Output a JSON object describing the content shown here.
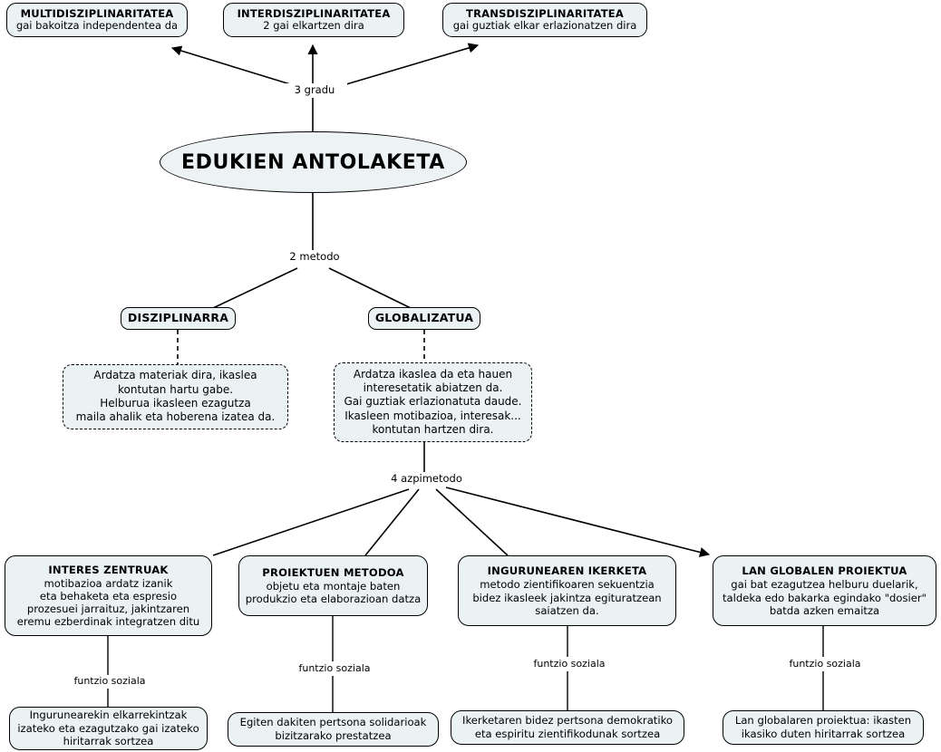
{
  "diagram": {
    "title": "EDUKIEN ANTOLAKETA",
    "language": "eu",
    "center": {
      "label": "EDUKIEN ANTOLAKETA"
    },
    "top_nodes": [
      {
        "id": "multidisziplinaritatea",
        "title": "MULTIDISZIPLINARITATEA",
        "sub": "gai bakoitza independentea da"
      },
      {
        "id": "interdisziplinaritatea",
        "title": "INTERDISZIPLINARITATEA",
        "sub": "2 gai elkartzen dira"
      },
      {
        "id": "transdisziplinaritatea",
        "title": "TRANSDISZIPLINARITATEA",
        "sub": "gai guztiak elkar erlazionatzen dira"
      }
    ],
    "edge_labels": {
      "gradu": "3 gradu",
      "metodo": "2 metodo",
      "azpimetodo": "4 azpimetodo",
      "funtzio_soziala": "funtzio soziala"
    },
    "methods": [
      {
        "id": "disziplinarra",
        "title": "DISZIPLINARRA"
      },
      {
        "id": "globalizatua",
        "title": "GLOBALIZATUA"
      }
    ],
    "method_notes": [
      {
        "id": "note-disziplinarra",
        "lines": [
          "Ardatza materiak dira, ikaslea",
          "kontutan hartu gabe.",
          "Helburua ikasleen ezagutza",
          "maila ahalik eta hoberena izatea da."
        ]
      },
      {
        "id": "note-globalizatua",
        "lines": [
          "Ardatza ikaslea da eta hauen",
          "interesetatik abiatzen da.",
          "Gai guztiak erlazionatuta daude.",
          "Ikasleen motibazioa, interesak...",
          "kontutan hartzen dira."
        ]
      }
    ],
    "submethods": [
      {
        "id": "interes-zentruak",
        "title": "INTERES ZENTRUAK",
        "lines": [
          "motibazioa ardatz izanik",
          "eta behaketa eta espresio",
          "prozesuei jarraituz, jakintzaren",
          "eremu ezberdinak integratzen ditu"
        ],
        "outcome": [
          "Ingurunearekin elkarrekintzak",
          "izateko eta ezagutzako gai izateko",
          "hiritarrak sortzea"
        ]
      },
      {
        "id": "proiektuen-metodoa",
        "title": "PROIEKTUEN METODOA",
        "lines": [
          "objetu eta montaje baten",
          "produkzio eta elaborazioan datza"
        ],
        "outcome": [
          "Egiten dakiten pertsona solidarioak",
          "bizitzarako prestatzea"
        ]
      },
      {
        "id": "ingurunearen-ikerketa",
        "title": "INGURUNEAREN IKERKETA",
        "lines": [
          "metodo zientifikoaren sekuentzia",
          "bidez ikasleek jakintza egituratzean",
          "saiatzen da."
        ],
        "outcome": [
          "Ikerketaren bidez pertsona demokratiko",
          "eta espiritu zientifikodunak sortzea"
        ]
      },
      {
        "id": "lan-globalen-proiektua",
        "title": "LAN GLOBALEN PROIEKTUA",
        "lines": [
          "gai bat ezagutzea helburu duelarik,",
          "taldeka edo bakarka egindako \"dosier\"",
          "batda azken emaitza"
        ],
        "outcome": [
          "Lan globalaren proiektua: ikasten",
          "ikasiko duten hiritarrak sortzea"
        ]
      }
    ],
    "colors": {
      "node_fill": "#eaf2f4",
      "ellipse_fill": "#edf3f5",
      "stroke": "#000000",
      "background": "#ffffff"
    }
  }
}
